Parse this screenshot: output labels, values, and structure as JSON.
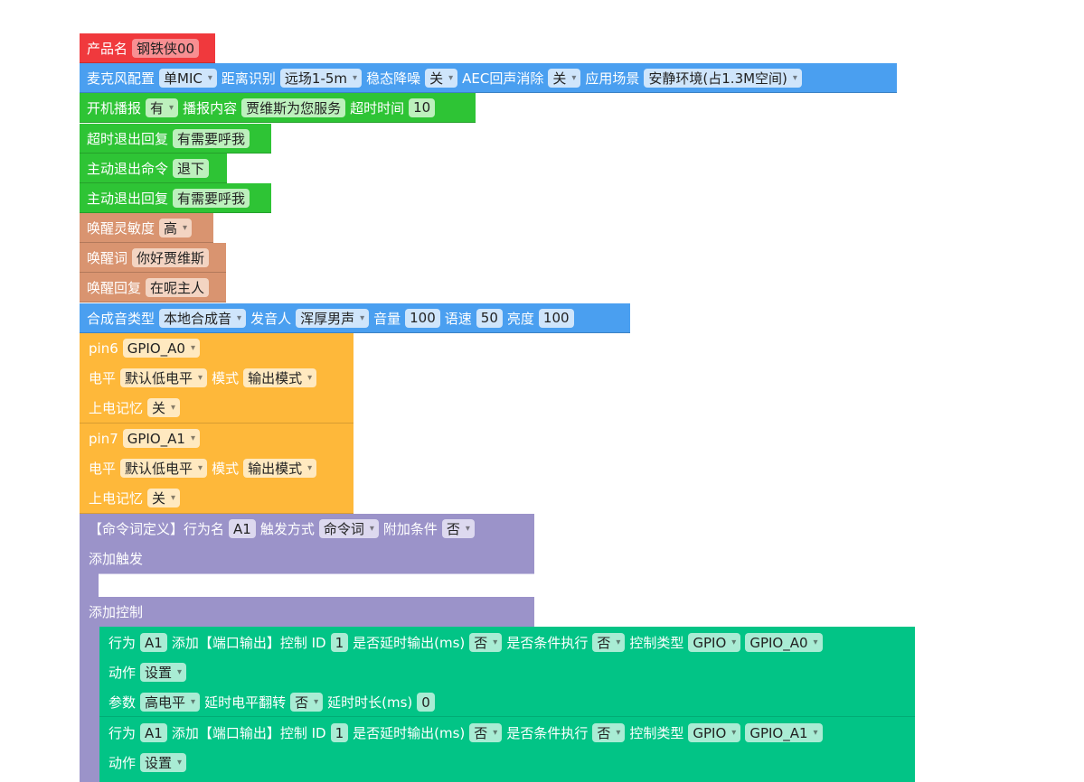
{
  "product": {
    "label": "产品名",
    "value": "钢铁侠00"
  },
  "mic": {
    "config_label": "麦克风配置",
    "config_value": "单MIC",
    "distance_label": "距离识别",
    "distance_value": "远场1-5m",
    "noise_label": "稳态降噪",
    "noise_value": "关",
    "aec_label": "AEC回声消除",
    "aec_value": "关",
    "scene_label": "应用场景",
    "scene_value": "安静环境(占1.3M空间)"
  },
  "boot": {
    "label": "开机播报",
    "value": "有",
    "content_label": "播报内容",
    "content_value": "贾维斯为您服务",
    "timeout_label": "超时时间",
    "timeout_value": "10"
  },
  "timeout_reply": {
    "label": "超时退出回复",
    "value": "有需要呼我"
  },
  "exit_cmd": {
    "label": "主动退出命令",
    "value": "退下"
  },
  "exit_reply": {
    "label": "主动退出回复",
    "value": "有需要呼我"
  },
  "wake_sens": {
    "label": "唤醒灵敏度",
    "value": "高"
  },
  "wake_word": {
    "label": "唤醒词",
    "value": "你好贾维斯"
  },
  "wake_reply": {
    "label": "唤醒回复",
    "value": "在呢主人"
  },
  "tts": {
    "type_label": "合成音类型",
    "type_value": "本地合成音",
    "speaker_label": "发音人",
    "speaker_value": "浑厚男声",
    "volume_label": "音量",
    "volume_value": "100",
    "speed_label": "语速",
    "speed_value": "50",
    "bright_label": "亮度",
    "bright_value": "100"
  },
  "pins": [
    {
      "pin_label": "pin6",
      "pin_value": "GPIO_A0",
      "level_label": "电平",
      "level_value": "默认低电平",
      "mode_label": "模式",
      "mode_value": "输出模式",
      "mem_label": "上电记忆",
      "mem_value": "关"
    },
    {
      "pin_label": "pin7",
      "pin_value": "GPIO_A1",
      "level_label": "电平",
      "level_value": "默认低电平",
      "mode_label": "模式",
      "mode_value": "输出模式",
      "mem_label": "上电记忆",
      "mem_value": "关"
    }
  ],
  "cmd": {
    "title": "【命令词定义】行为名",
    "name_value": "A1",
    "trigger_label": "触发方式",
    "trigger_value": "命令词",
    "cond_label": "附加条件",
    "cond_value": "否",
    "add_trigger": "添加触发",
    "add_control": "添加控制"
  },
  "actions": [
    {
      "behavior_label": "行为",
      "behavior_value": "A1",
      "add_label": "添加【端口输出】控制 ID",
      "id_value": "1",
      "delay_label": "是否延时输出(ms)",
      "delay_value": "否",
      "cond_label": "是否条件执行",
      "cond_value": "否",
      "type_label": "控制类型",
      "type_value": "GPIO",
      "port_value": "GPIO_A0",
      "action_label": "动作",
      "action_value": "设置",
      "param_label": "参数",
      "param_value": "高电平",
      "flip_label": "延时电平翻转",
      "flip_value": "否",
      "dur_label": "延时时长(ms)",
      "dur_value": "0"
    },
    {
      "behavior_label": "行为",
      "behavior_value": "A1",
      "add_label": "添加【端口输出】控制 ID",
      "id_value": "1",
      "delay_label": "是否延时输出(ms)",
      "delay_value": "否",
      "cond_label": "是否条件执行",
      "cond_value": "否",
      "type_label": "控制类型",
      "type_value": "GPIO",
      "port_value": "GPIO_A1",
      "action_label": "动作",
      "action_value": "设置"
    }
  ]
}
